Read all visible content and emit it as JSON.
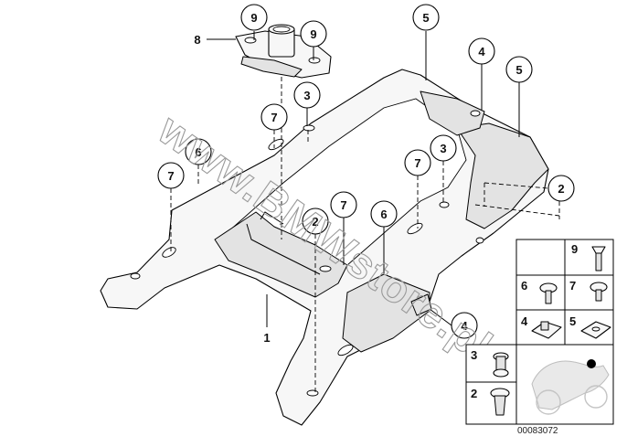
{
  "watermark": {
    "text": "www.BMWstore.pl"
  },
  "document_number": "00083072",
  "callouts": [
    {
      "id": "c9a",
      "label": "9"
    },
    {
      "id": "c9b",
      "label": "9"
    },
    {
      "id": "c8",
      "label": "8"
    },
    {
      "id": "c5a",
      "label": "5"
    },
    {
      "id": "c4a",
      "label": "4"
    },
    {
      "id": "c5b",
      "label": "5"
    },
    {
      "id": "c3a",
      "label": "3"
    },
    {
      "id": "c7a",
      "label": "7"
    },
    {
      "id": "c6a",
      "label": "6"
    },
    {
      "id": "c7b",
      "label": "7"
    },
    {
      "id": "c7c",
      "label": "7"
    },
    {
      "id": "c3b",
      "label": "3"
    },
    {
      "id": "c2a",
      "label": "2"
    },
    {
      "id": "c7d",
      "label": "7"
    },
    {
      "id": "c2b",
      "label": "2"
    },
    {
      "id": "c6b",
      "label": "6"
    },
    {
      "id": "c4b",
      "label": "4"
    },
    {
      "id": "c1",
      "label": "1"
    }
  ],
  "legend": [
    {
      "label": "9",
      "part": "countersunk-screw"
    },
    {
      "label": "6",
      "part": "pan-head-screw"
    },
    {
      "label": "7",
      "part": "pan-head-screw"
    },
    {
      "label": "4",
      "part": "u-nut"
    },
    {
      "label": "5",
      "part": "square-nut"
    },
    {
      "label": "3",
      "part": "rubber-grommet"
    },
    {
      "label": "2",
      "part": "spacer-bushing"
    }
  ]
}
